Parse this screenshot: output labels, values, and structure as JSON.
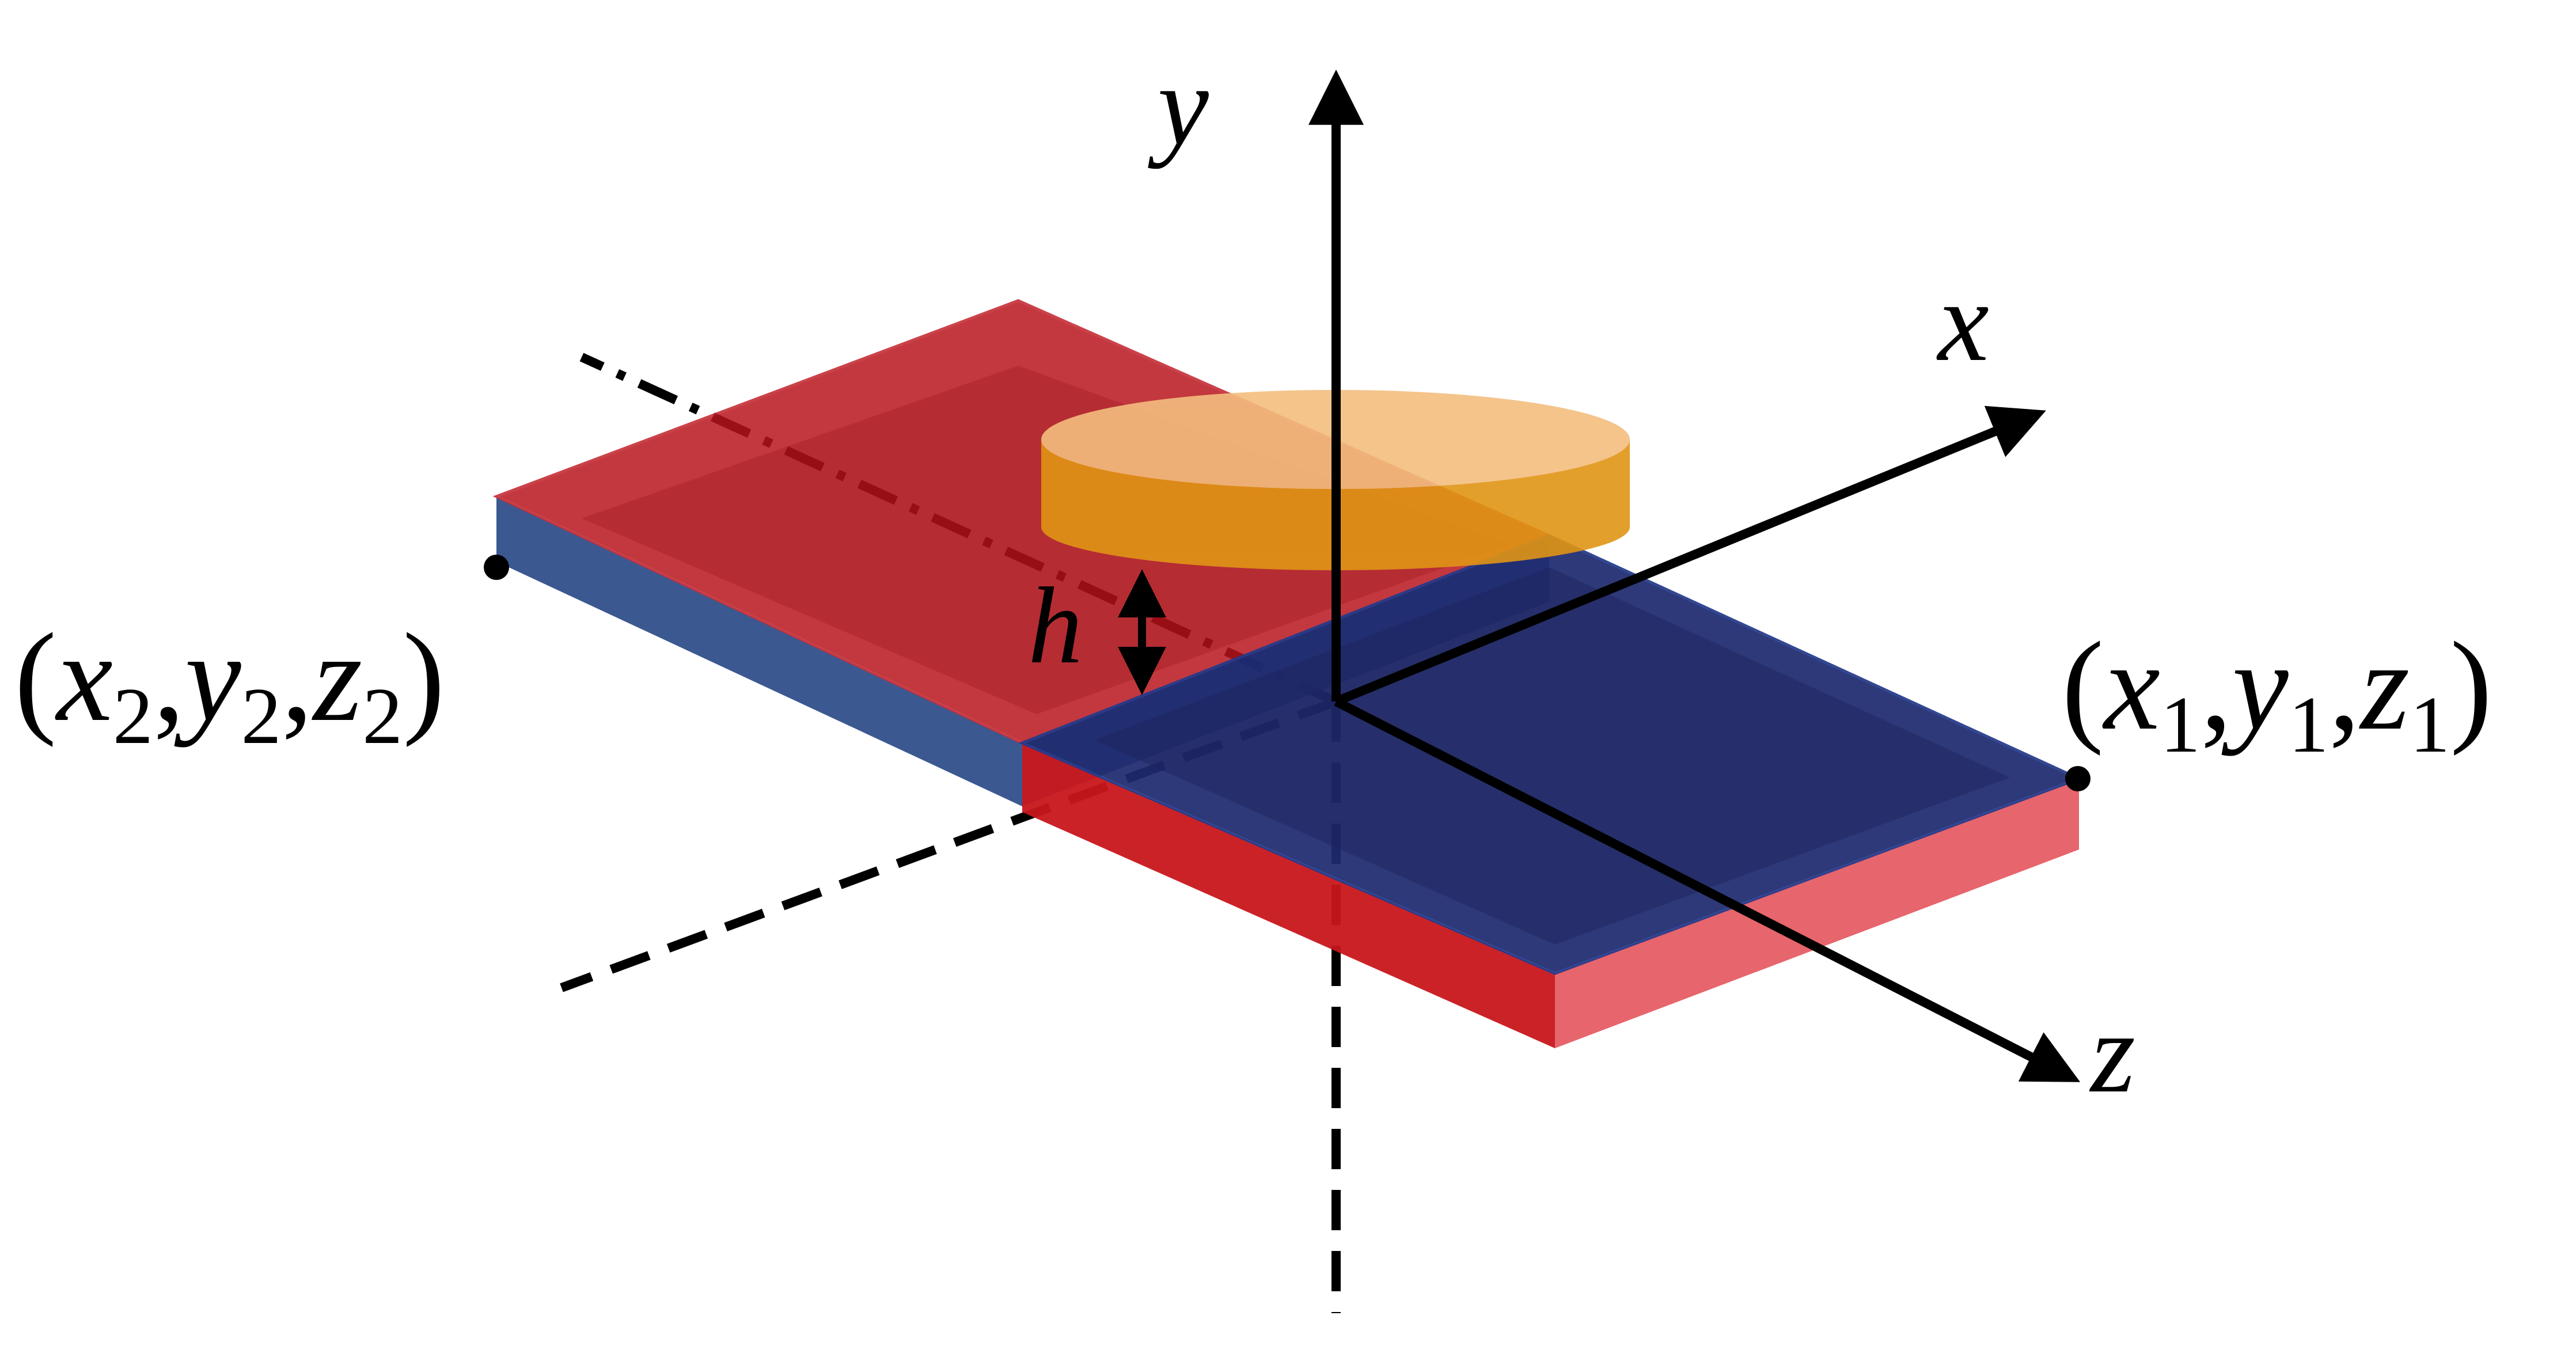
{
  "axes": {
    "y_label": "y",
    "x_label": "x",
    "z_label": "z",
    "separation_label": "h"
  },
  "point_1": {
    "open": "(",
    "x": "x",
    "x_sub": "1",
    "comma1": ",",
    "y": "y",
    "y_sub": "1",
    "comma2": ",",
    "z": "z",
    "z_sub": "1",
    "close": ")"
  },
  "point_2": {
    "open": "(",
    "x": "x",
    "x_sub": "2",
    "comma1": ",",
    "y": "y",
    "y_sub": "2",
    "comma2": ",",
    "z": "z",
    "z_sub": "2",
    "close": ")"
  },
  "colors": {
    "upper_plate_top": "#cc2129",
    "upper_plate_side": "#1f3f82",
    "lower_plate_top": "#1e2a6e",
    "lower_plate_side": "#c8161b",
    "cylinder_top": "#f3be7e",
    "cylinder_side": "#e7a52b",
    "axis": "#000000"
  }
}
